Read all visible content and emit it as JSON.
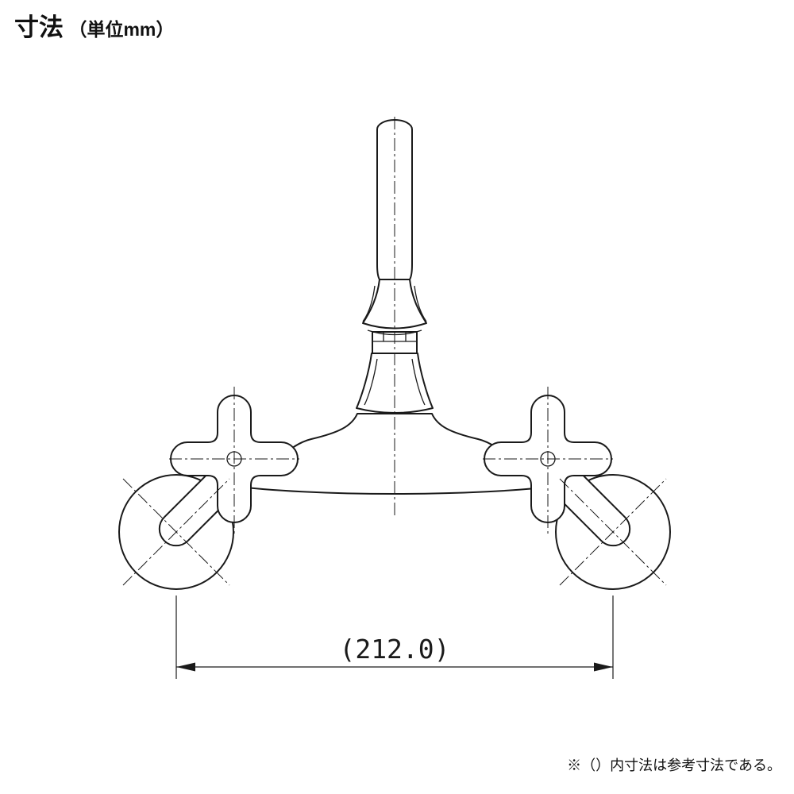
{
  "page": {
    "title_main": "寸法",
    "title_unit": "（単位mm）",
    "footnote": "※（）内寸法は参考寸法である。"
  },
  "dimension": {
    "label": "(212.0)"
  },
  "drawing": {
    "subject": "two-handle-wall-faucet-front-view"
  },
  "colors": {
    "line": "#1a1a1a",
    "background": "#ffffff"
  }
}
